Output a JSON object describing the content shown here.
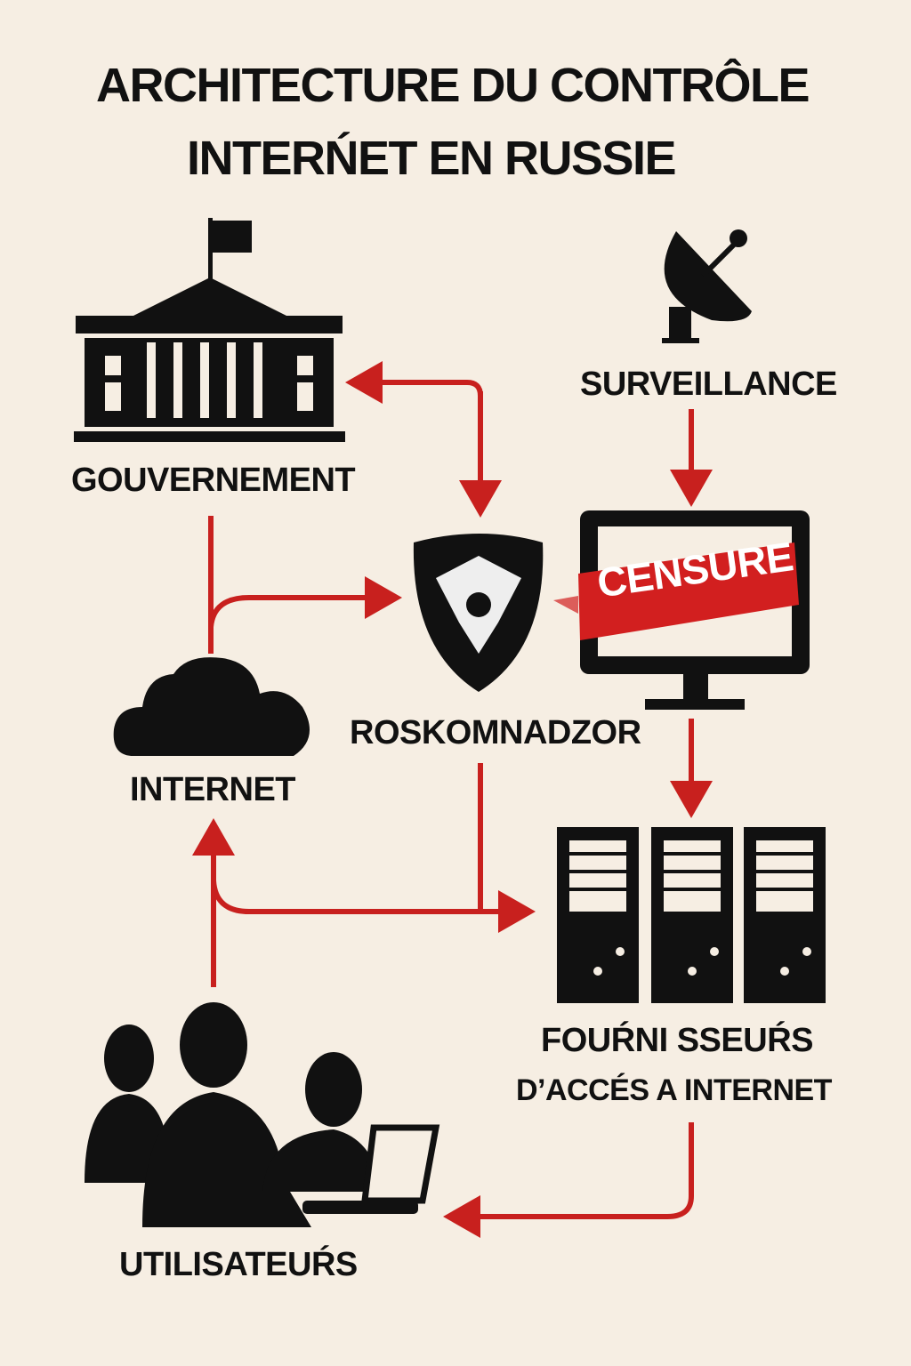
{
  "title": {
    "line1": "ARCHITECTURE DU CONTRÔLE",
    "line2": "INTERŃET EN RUSSIE"
  },
  "nodes": {
    "government": "GOUVERNEMENT",
    "surveillance": "SURVEILLANCE",
    "roskomnadzor": "ROSKOMNADZOR",
    "censorship": "CENSURE",
    "internet": "INTERNET",
    "isp_line1": "FOUŔNI SSEUŔS",
    "isp_line2": "D’ACCÉS A INTERNET",
    "users": "UTILISATEUŔS"
  },
  "colors": {
    "background": "#f6eee3",
    "arrow": "#c8201e",
    "icon": "#111111"
  }
}
